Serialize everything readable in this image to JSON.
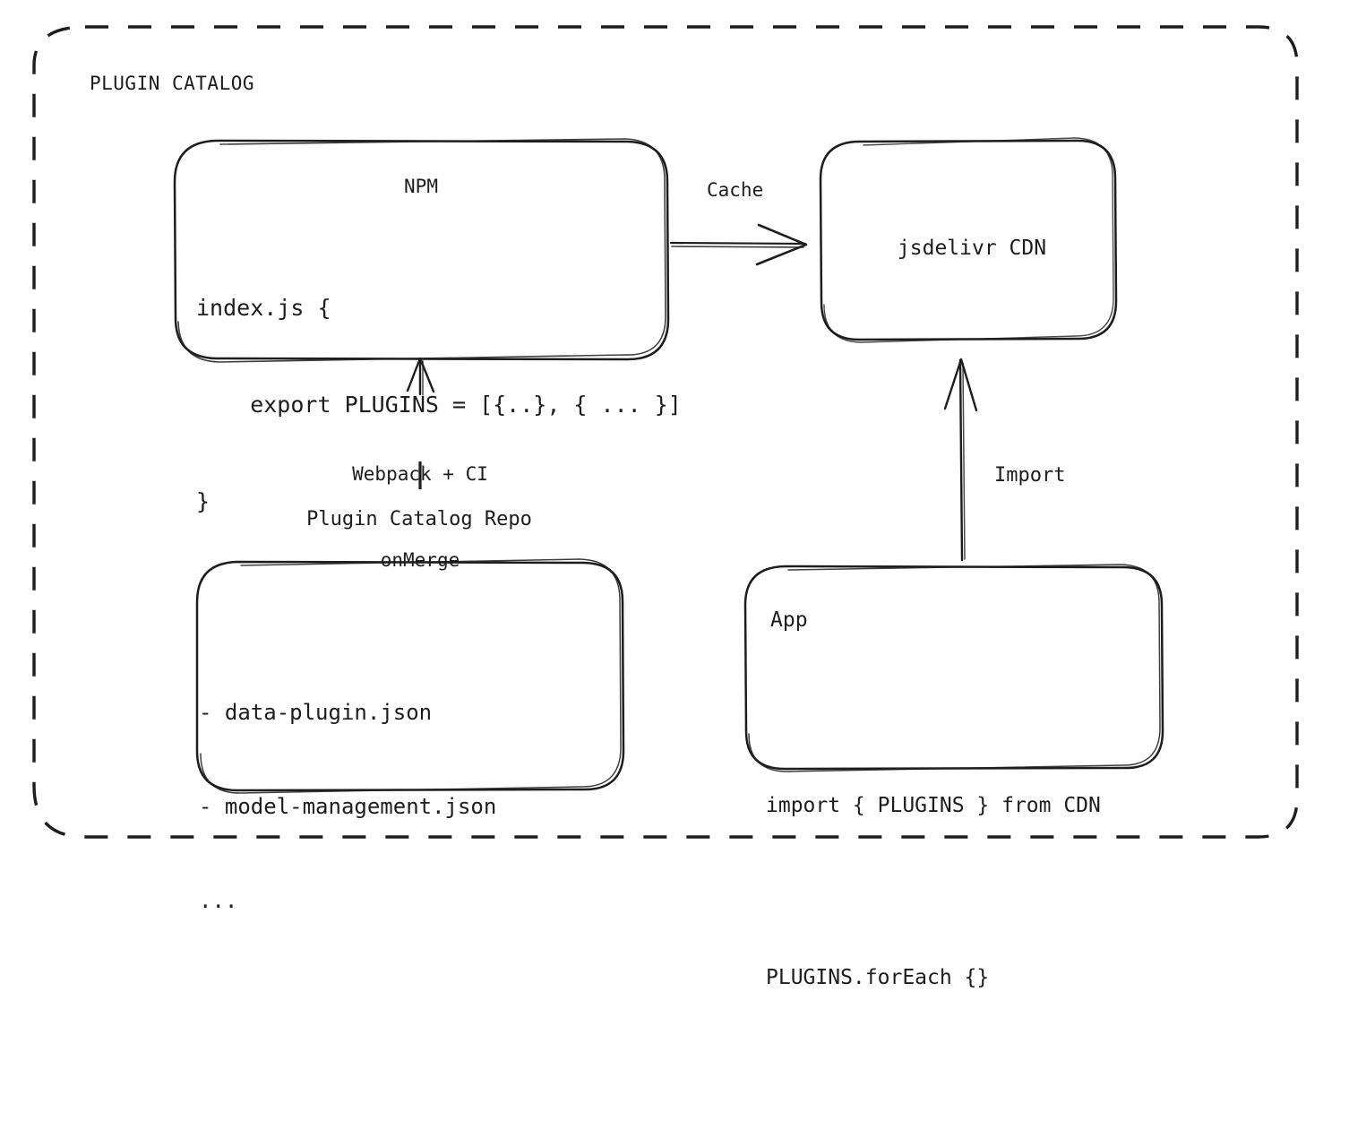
{
  "diagram": {
    "group": {
      "title": "PLUGIN CATALOG"
    },
    "nodes": {
      "npm": {
        "title": "NPM",
        "code": [
          "index.js {",
          "    export PLUGINS = [{..}, { ... }]",
          "}"
        ]
      },
      "cdn": {
        "title": "jsdelivr CDN"
      },
      "repo": {
        "label": "Plugin Catalog Repo",
        "items": [
          "- data-plugin.json",
          "- model-management.json",
          "..."
        ]
      },
      "app": {
        "title": "App",
        "code": [
          "import { PLUGINS } from CDN",
          "PLUGINS.forEach {}"
        ]
      }
    },
    "edges": {
      "cache": {
        "label": "Cache"
      },
      "build": {
        "label": "Webpack + CI\nonMerge"
      },
      "import": {
        "label": "Import"
      }
    },
    "colors": {
      "stroke": "#1d1d1d",
      "text": "#1d1d1d",
      "background": "#ffffff"
    }
  }
}
